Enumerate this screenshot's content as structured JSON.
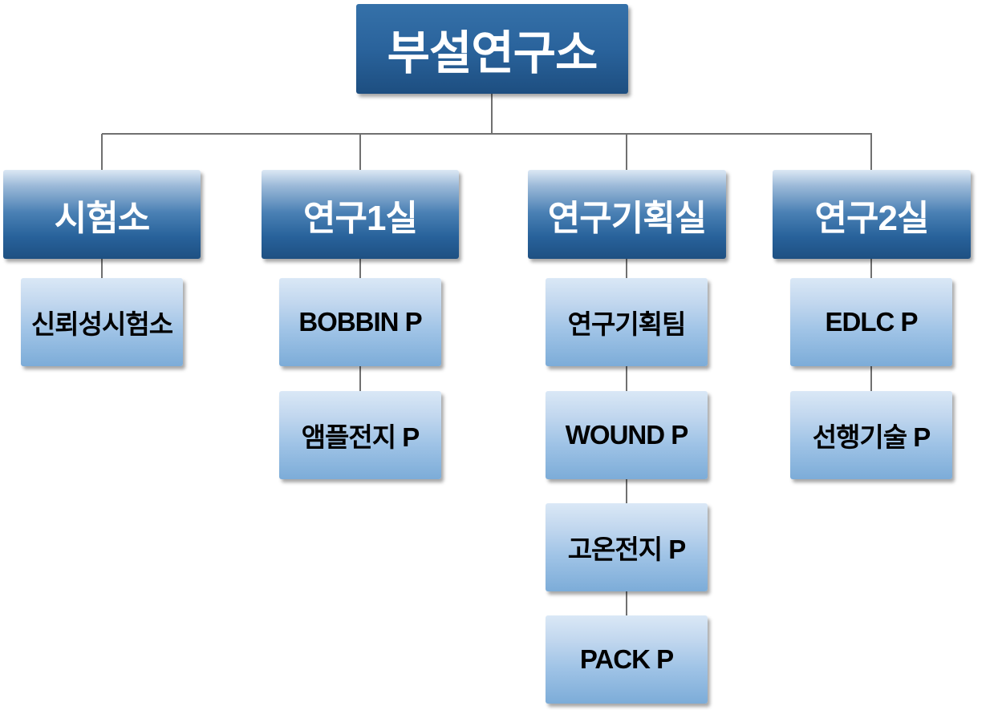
{
  "org_chart": {
    "type": "org-hierarchy",
    "root": {
      "label": "부설연구소"
    },
    "columns": [
      {
        "head": {
          "label": "시험소"
        },
        "children": [
          {
            "label": "신뢰성시험소"
          }
        ]
      },
      {
        "head": {
          "label": "연구1실"
        },
        "children": [
          {
            "label": "BOBBIN P"
          },
          {
            "label": "앰플전지 P"
          }
        ]
      },
      {
        "head": {
          "label": "연구기획실"
        },
        "children": [
          {
            "label": "연구기획팀"
          },
          {
            "label": "WOUND P"
          },
          {
            "label": "고온전지 P"
          },
          {
            "label": "PACK P"
          }
        ]
      },
      {
        "head": {
          "label": "연구2실"
        },
        "children": [
          {
            "label": "EDLC P"
          },
          {
            "label": "선행기술 P"
          }
        ]
      }
    ],
    "style": {
      "root_box_gradient_top": "#3571a9",
      "root_box_gradient_bottom": "#1d4e80",
      "head_box_gradient_top": "#dce8f4",
      "head_box_gradient_bottom": "#1e5082",
      "child_box_gradient_top": "#dae8f6",
      "child_box_gradient_bottom": "#7cacd8",
      "root_text_color": "#ffffff",
      "head_text_color": "#ffffff",
      "child_text_color": "#000000",
      "connector_color": "#707070",
      "background_color": "#ffffff"
    }
  }
}
